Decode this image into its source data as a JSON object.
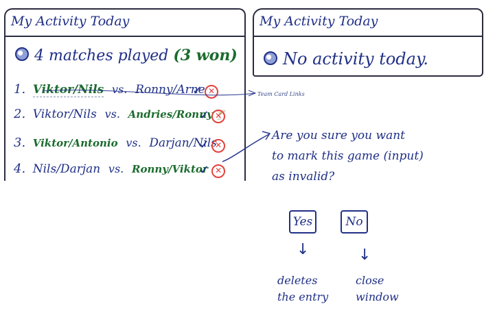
{
  "colors": {
    "ink": "#1f2f86",
    "won_green": "#1b6b2e",
    "cancel_red": "#e2413a",
    "card_border": "#2b2b3f"
  },
  "left_card": {
    "title": "My Activity Today",
    "summary_prefix": "4 matches played",
    "summary_won": "(3 won)",
    "matches": [
      {
        "index": "1.",
        "team_a": "Viktor/Nils",
        "team_a_won": true,
        "vs": "vs.",
        "team_b": "Ronny/Arne",
        "team_b_won": false
      },
      {
        "index": "2.",
        "team_a": "Viktor/Nils",
        "team_a_won": false,
        "vs": "vs.",
        "team_b": "Andries/Ronny",
        "team_b_won": true
      },
      {
        "index": "3.",
        "team_a": "Viktor/Antonio",
        "team_a_won": true,
        "vs": "vs.",
        "team_b": "Darjan/Nils",
        "team_b_won": false
      },
      {
        "index": "4.",
        "team_a": "Nils/Darjan",
        "team_a_won": false,
        "vs": "vs.",
        "team_b": "Ronny/Viktor",
        "team_b_won": true
      }
    ]
  },
  "right_card": {
    "title": "My Activity Today",
    "empty_text": "No activity today."
  },
  "annotation": {
    "team_card_links": "Team Card Links"
  },
  "dialog": {
    "question": "Are you sure you want\nto mark this game (input)\nas invalid?",
    "yes_label": "Yes",
    "no_label": "No",
    "yes_outcome": "deletes\nthe entry",
    "no_outcome": "close\nwindow"
  },
  "icons": {
    "ball": "volleyball-icon",
    "confirm": "check-icon",
    "invalid": "cancel-circle-icon",
    "trophy": "trophy-cup-icon"
  }
}
